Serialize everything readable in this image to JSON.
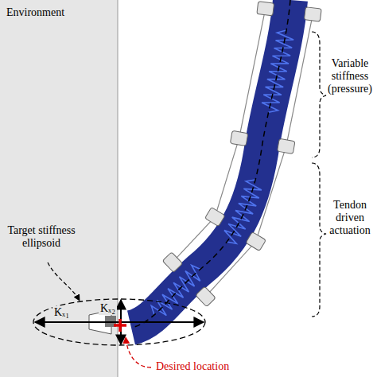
{
  "diagram": {
    "labels": [
      "Environment",
      "Variable stiffness (pressure)",
      "Tendon driven actuation",
      "Target stiffness ellipsoid",
      "Kₓ₁",
      "Kₓ₂",
      "Desired location"
    ]
  }
}
